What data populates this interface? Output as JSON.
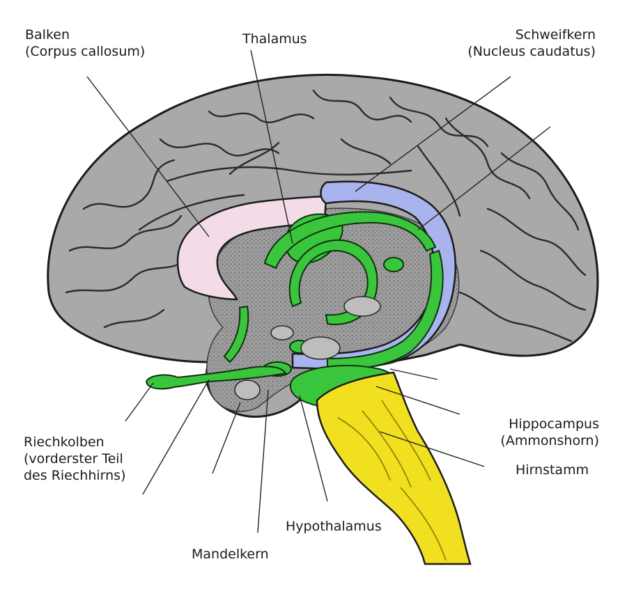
{
  "labels": {
    "balken": {
      "line1": "Balken",
      "line2": "(Corpus callosum)"
    },
    "thalamus": {
      "line1": "Thalamus"
    },
    "schweifkern": {
      "line1": "Schweifkern",
      "line2": "(Nucleus caudatus)"
    },
    "riechkolben": {
      "line1": "Riechkolben",
      "line2": "(vorderster Teil",
      "line3": "des Riechhirns)"
    },
    "hippocampus": {
      "line1": "Hippocampus",
      "line2": "(Ammonshorn)"
    },
    "hirnstamm": {
      "line1": "Hirnstamm"
    },
    "hypothalamus": {
      "line1": "Hypothalamus"
    },
    "mandelkern": {
      "line1": "Mandelkern"
    }
  },
  "colors": {
    "cortex": "#a9a9a9",
    "cortex_dark": "#7c7c7c",
    "corpus_callosum": "#f3dbe7",
    "caudate": "#a9b4ee",
    "limbic": "#39c63c",
    "brainstem": "#f1e01f",
    "outline": "#1b1b1b"
  }
}
